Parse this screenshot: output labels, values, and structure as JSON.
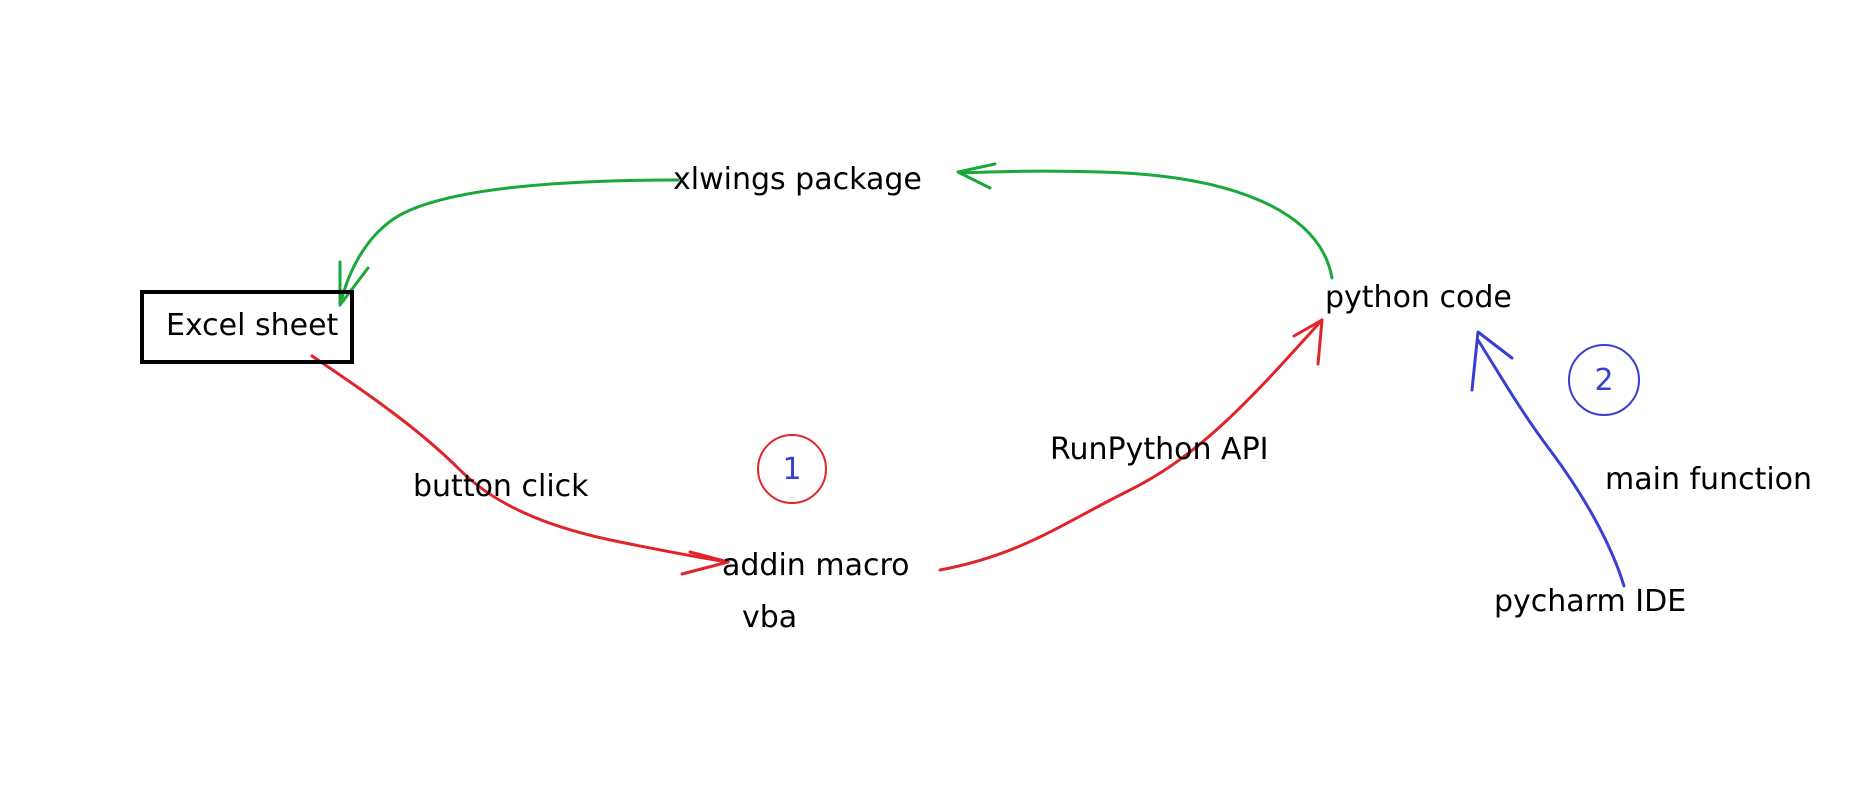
{
  "labels": {
    "excel_sheet": "Excel sheet",
    "xlwings_package": "xlwings package",
    "python_code": "python code",
    "button_click": "button click",
    "addin_macro": "addin macro",
    "vba": "vba",
    "runpython_api": "RunPython API",
    "main_function": "main function",
    "pycharm_ide": "pycharm IDE"
  },
  "steps": {
    "one": "1",
    "two": "2"
  },
  "colors": {
    "green_flow": "#1aa83a",
    "red_flow": "#e0242a",
    "blue_flow": "#3a3fd0",
    "text": "#000000"
  }
}
